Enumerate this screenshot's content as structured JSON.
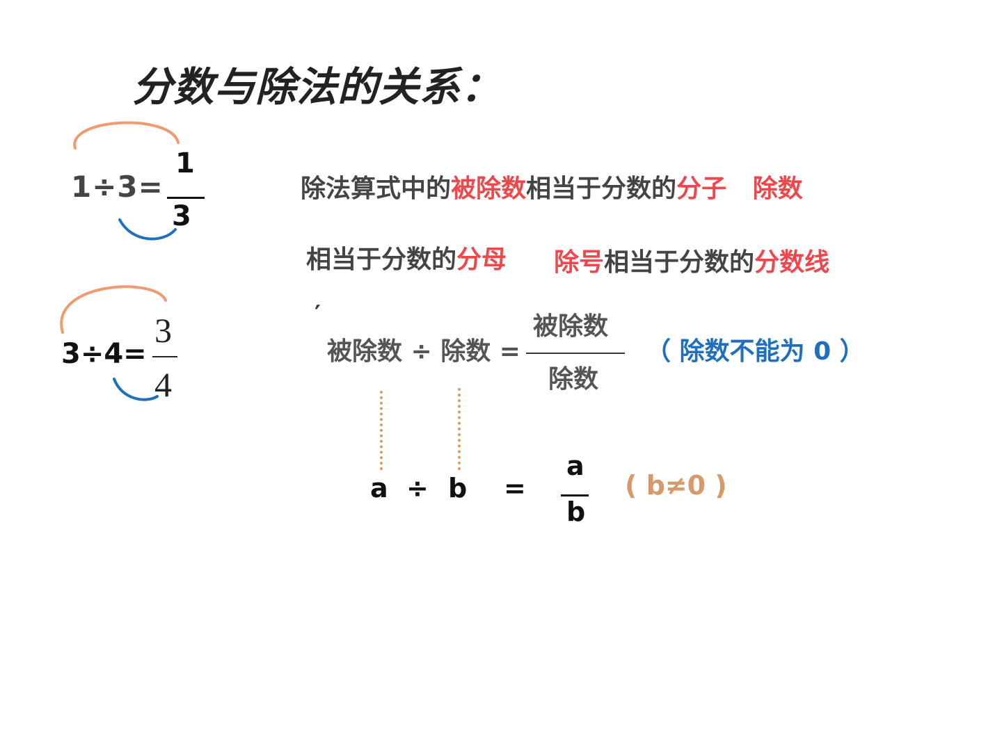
{
  "title": "分数与除法的关系：",
  "example1": {
    "expr": "1÷3=",
    "numerator": "1",
    "denominator": "3"
  },
  "example2": {
    "expr": "3÷4=",
    "numerator": "3",
    "denominator": "4"
  },
  "rule": {
    "line1": [
      {
        "text": "除法算式中的",
        "highlight": false
      },
      {
        "text": "被除数",
        "highlight": true
      },
      {
        "text": "相当于分数的",
        "highlight": false
      },
      {
        "text": "分子",
        "highlight": true
      },
      {
        "text": "   ",
        "highlight": false
      },
      {
        "text": "除数",
        "highlight": true
      }
    ],
    "line2a": [
      {
        "text": "相当于分数的",
        "highlight": false
      },
      {
        "text": "分母",
        "highlight": true
      }
    ],
    "line2b": [
      {
        "text": "除号",
        "highlight": true
      },
      {
        "text": "相当于分数的",
        "highlight": false
      },
      {
        "text": "分数线",
        "highlight": true
      }
    ]
  },
  "word_formula": {
    "tick": "′",
    "lhs": "被除数 ÷ 除数 =",
    "numerator": "被除数",
    "denominator": "除数",
    "note": "（ 除数不能为 0 ）"
  },
  "letter_formula": {
    "a": "a",
    "div": "÷",
    "b": "b",
    "eq": "=",
    "numerator": "a",
    "denominator": "b",
    "condition": "( b≠0 )"
  },
  "colors": {
    "highlight": "#f0474c",
    "note_blue": "#1f6fbf",
    "condition": "#d8996a",
    "arc_top": "#ef9a6f",
    "arc_bottom": "#1f6fbf"
  }
}
